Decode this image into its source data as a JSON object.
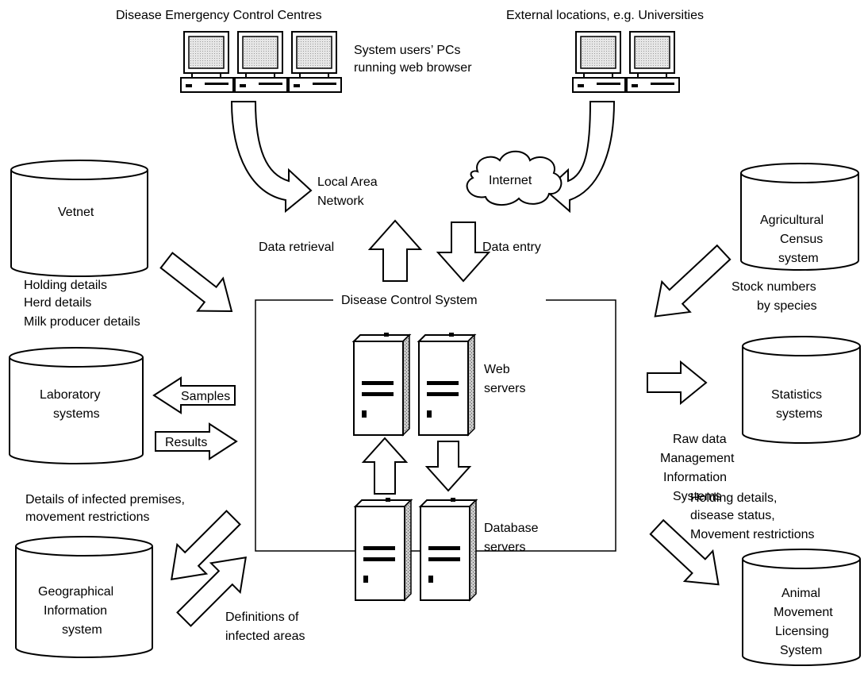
{
  "top": {
    "emergency_centres": "Disease Emergency Control Centres",
    "external_locations": "External locations, e.g. Universities",
    "pcs_line1": "System users’ PCs",
    "pcs_line2": "running web browser"
  },
  "network": {
    "lan_line1": "Local Area",
    "lan_line2": "Network",
    "internet": "Internet",
    "data_retrieval": "Data retrieval",
    "data_entry": "Data entry"
  },
  "core": {
    "title": "Disease Control System",
    "web_servers_line1": "Web",
    "web_servers_line2": "servers",
    "db_servers_line1": "Database",
    "db_servers_line2": "servers"
  },
  "databases": {
    "vetnet": "Vetnet",
    "lab_line1": "Laboratory",
    "lab_line2": "systems",
    "gis_line1": "Geographical",
    "gis_line2": "Information",
    "gis_line3": "system",
    "agri_line1": "Agricultural",
    "agri_line2": "Census",
    "agri_line3": "system",
    "stats_line1": "Statistics",
    "stats_line2": "systems",
    "amls_line1": "Animal",
    "amls_line2": "Movement",
    "amls_line3": "Licensing",
    "amls_line4": "System"
  },
  "flows": {
    "vetnet_line1": "Holding details",
    "vetnet_line2": "Herd details",
    "vetnet_line3": "Milk producer details",
    "samples": "Samples",
    "results": "Results",
    "gis_out_line1": "Details of infected premises,",
    "gis_out_line2": "movement restrictions",
    "gis_in_line1": "Definitions of",
    "gis_in_line2": "infected areas",
    "agri_line1": "Stock numbers",
    "agri_line2": "by species",
    "stats_line1": "Raw data",
    "stats_line2": "Management",
    "stats_line3": "Information",
    "stats_line4": "Systems",
    "amls_line1": "Holding details,",
    "amls_line2": "disease status,",
    "amls_line3": "Movement restrictions"
  }
}
